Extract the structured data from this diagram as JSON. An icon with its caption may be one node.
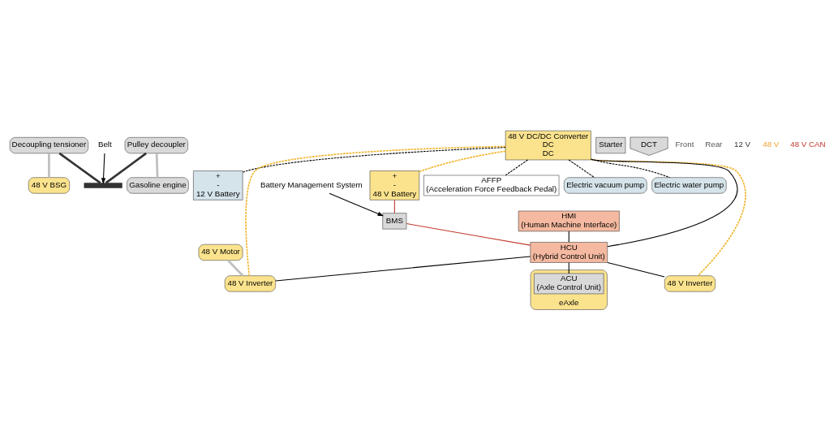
{
  "diagram": {
    "nodes": [
      {
        "text": [
          "Decoupling tensioner"
        ]
      },
      {
        "text": [
          "Pulley decoupler"
        ]
      },
      {
        "text": [],
        "shape": "bar"
      },
      {
        "text": [
          "Belt"
        ]
      },
      {
        "text": [
          "48 V BSG"
        ]
      },
      {
        "text": [
          "48 V Inverter"
        ]
      },
      {
        "text": [
          "Gasoline engine"
        ]
      },
      {
        "text": [
          "Starter"
        ]
      },
      {
        "text": [
          "DCT"
        ]
      },
      {
        "text": [
          "+",
          "-",
          "12 V Battery"
        ]
      },
      {
        "text": [
          "48 V DC/DC Converter",
          "DC",
          "DC"
        ]
      },
      {
        "text": [
          "+",
          "-",
          "48 V Battery"
        ]
      },
      {
        "text": [
          "BMS"
        ]
      },
      {
        "text": [
          "Battery Management System"
        ]
      },
      {
        "text": [
          "HMI",
          "(Human Machine Interface)"
        ]
      },
      {
        "text": [
          "HCU",
          "(Hybrid Control Unit)"
        ]
      },
      {
        "text": [
          "eAxle"
        ]
      },
      {
        "text": [
          "ACU",
          "(Axle Control Unit)"
        ],
        "in": 16
      },
      {
        "text": [
          "48 V Motor"
        ]
      },
      {
        "text": [
          "48 V Inverter"
        ]
      },
      {
        "text": [
          "AFFP",
          "(Acceleration Force Feedback Pedal)"
        ]
      },
      {
        "text": [
          "Electric vacuum pump"
        ]
      },
      {
        "text": [
          "Electric water pump"
        ]
      }
    ],
    "edges": [
      {
        "from": 3,
        "to": 2,
        "arrow": "to"
      },
      {
        "from": 13,
        "to": 12,
        "arrow": "to"
      },
      {
        "from": 0,
        "to": 2,
        "arrow": "none",
        "style": "thick",
        "color": "#333333"
      },
      {
        "from": 1,
        "to": 2,
        "arrow": "none",
        "style": "thick",
        "color": "#333333"
      },
      {
        "from": 0,
        "to": 4,
        "arrow": "none",
        "style": "thick",
        "color": "#bfbfbf"
      },
      {
        "from": 1,
        "to": 6,
        "arrow": "none",
        "style": "thick",
        "color": "#bfbfbf"
      },
      {
        "from": 10,
        "to": 9,
        "arrow": "none",
        "style": "dashed"
      },
      {
        "from": 10,
        "to": 20,
        "arrow": "none",
        "style": "dashed"
      },
      {
        "from": 10,
        "to": 21,
        "arrow": "none",
        "style": "dashed"
      },
      {
        "from": 10,
        "to": 22,
        "arrow": "none",
        "style": "dashed"
      },
      {
        "from": 10,
        "to": 11,
        "arrow": "none",
        "style": "dashed",
        "color": "#f0b429"
      },
      {
        "from": 10,
        "to": 5,
        "arrow": "none",
        "style": "dashed",
        "color": "#f0b429"
      },
      {
        "from": 10,
        "to": 19,
        "arrow": "none",
        "style": "dashed",
        "color": "#f0b429"
      },
      {
        "from": 11,
        "to": 12,
        "arrow": "none",
        "color": "#c0392b"
      },
      {
        "from": 12,
        "to": 15,
        "arrow": "none",
        "color": "#c0392b"
      },
      {
        "from": 10,
        "to": 15,
        "arrow": "none"
      },
      {
        "from": 14,
        "to": 15,
        "arrow": "none"
      },
      {
        "from": 15,
        "to": 17,
        "arrow": "none"
      },
      {
        "from": 15,
        "to": 19,
        "arrow": "none"
      },
      {
        "from": 15,
        "to": 5,
        "arrow": "none"
      },
      {
        "from": 18,
        "to": 19,
        "arrow": "none",
        "style": "thick",
        "color": "#bfbfbf"
      }
    ],
    "labels": [
      "Front",
      "Rear",
      "12 V",
      "48 V",
      "48 V CAN"
    ]
  }
}
